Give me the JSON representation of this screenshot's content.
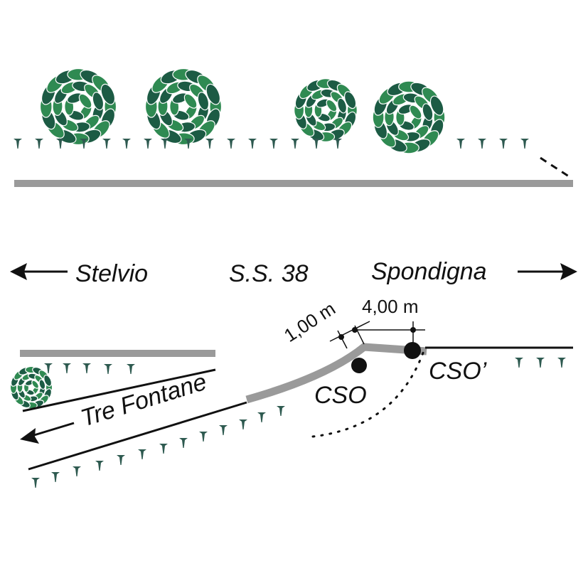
{
  "labels": {
    "left_direction": "Stelvio",
    "road_name": "S.S. 38",
    "right_direction": "Spondigna",
    "side_road": "Tre Fontane",
    "dim_small": "1,00 m",
    "dim_large": "4,00 m",
    "point_a": "CSO",
    "point_b": "CSO’"
  },
  "colors": {
    "road": "#9a9a9a",
    "edge": "#111111",
    "tree_dark": "#1c5b44",
    "tree_light": "#2f8a52",
    "grass": "#2e5a50",
    "background": "#ffffff"
  },
  "icons": [
    "tree-icon",
    "grass-tuft-icon",
    "arrow-left-icon",
    "arrow-right-icon",
    "survey-point-icon"
  ]
}
